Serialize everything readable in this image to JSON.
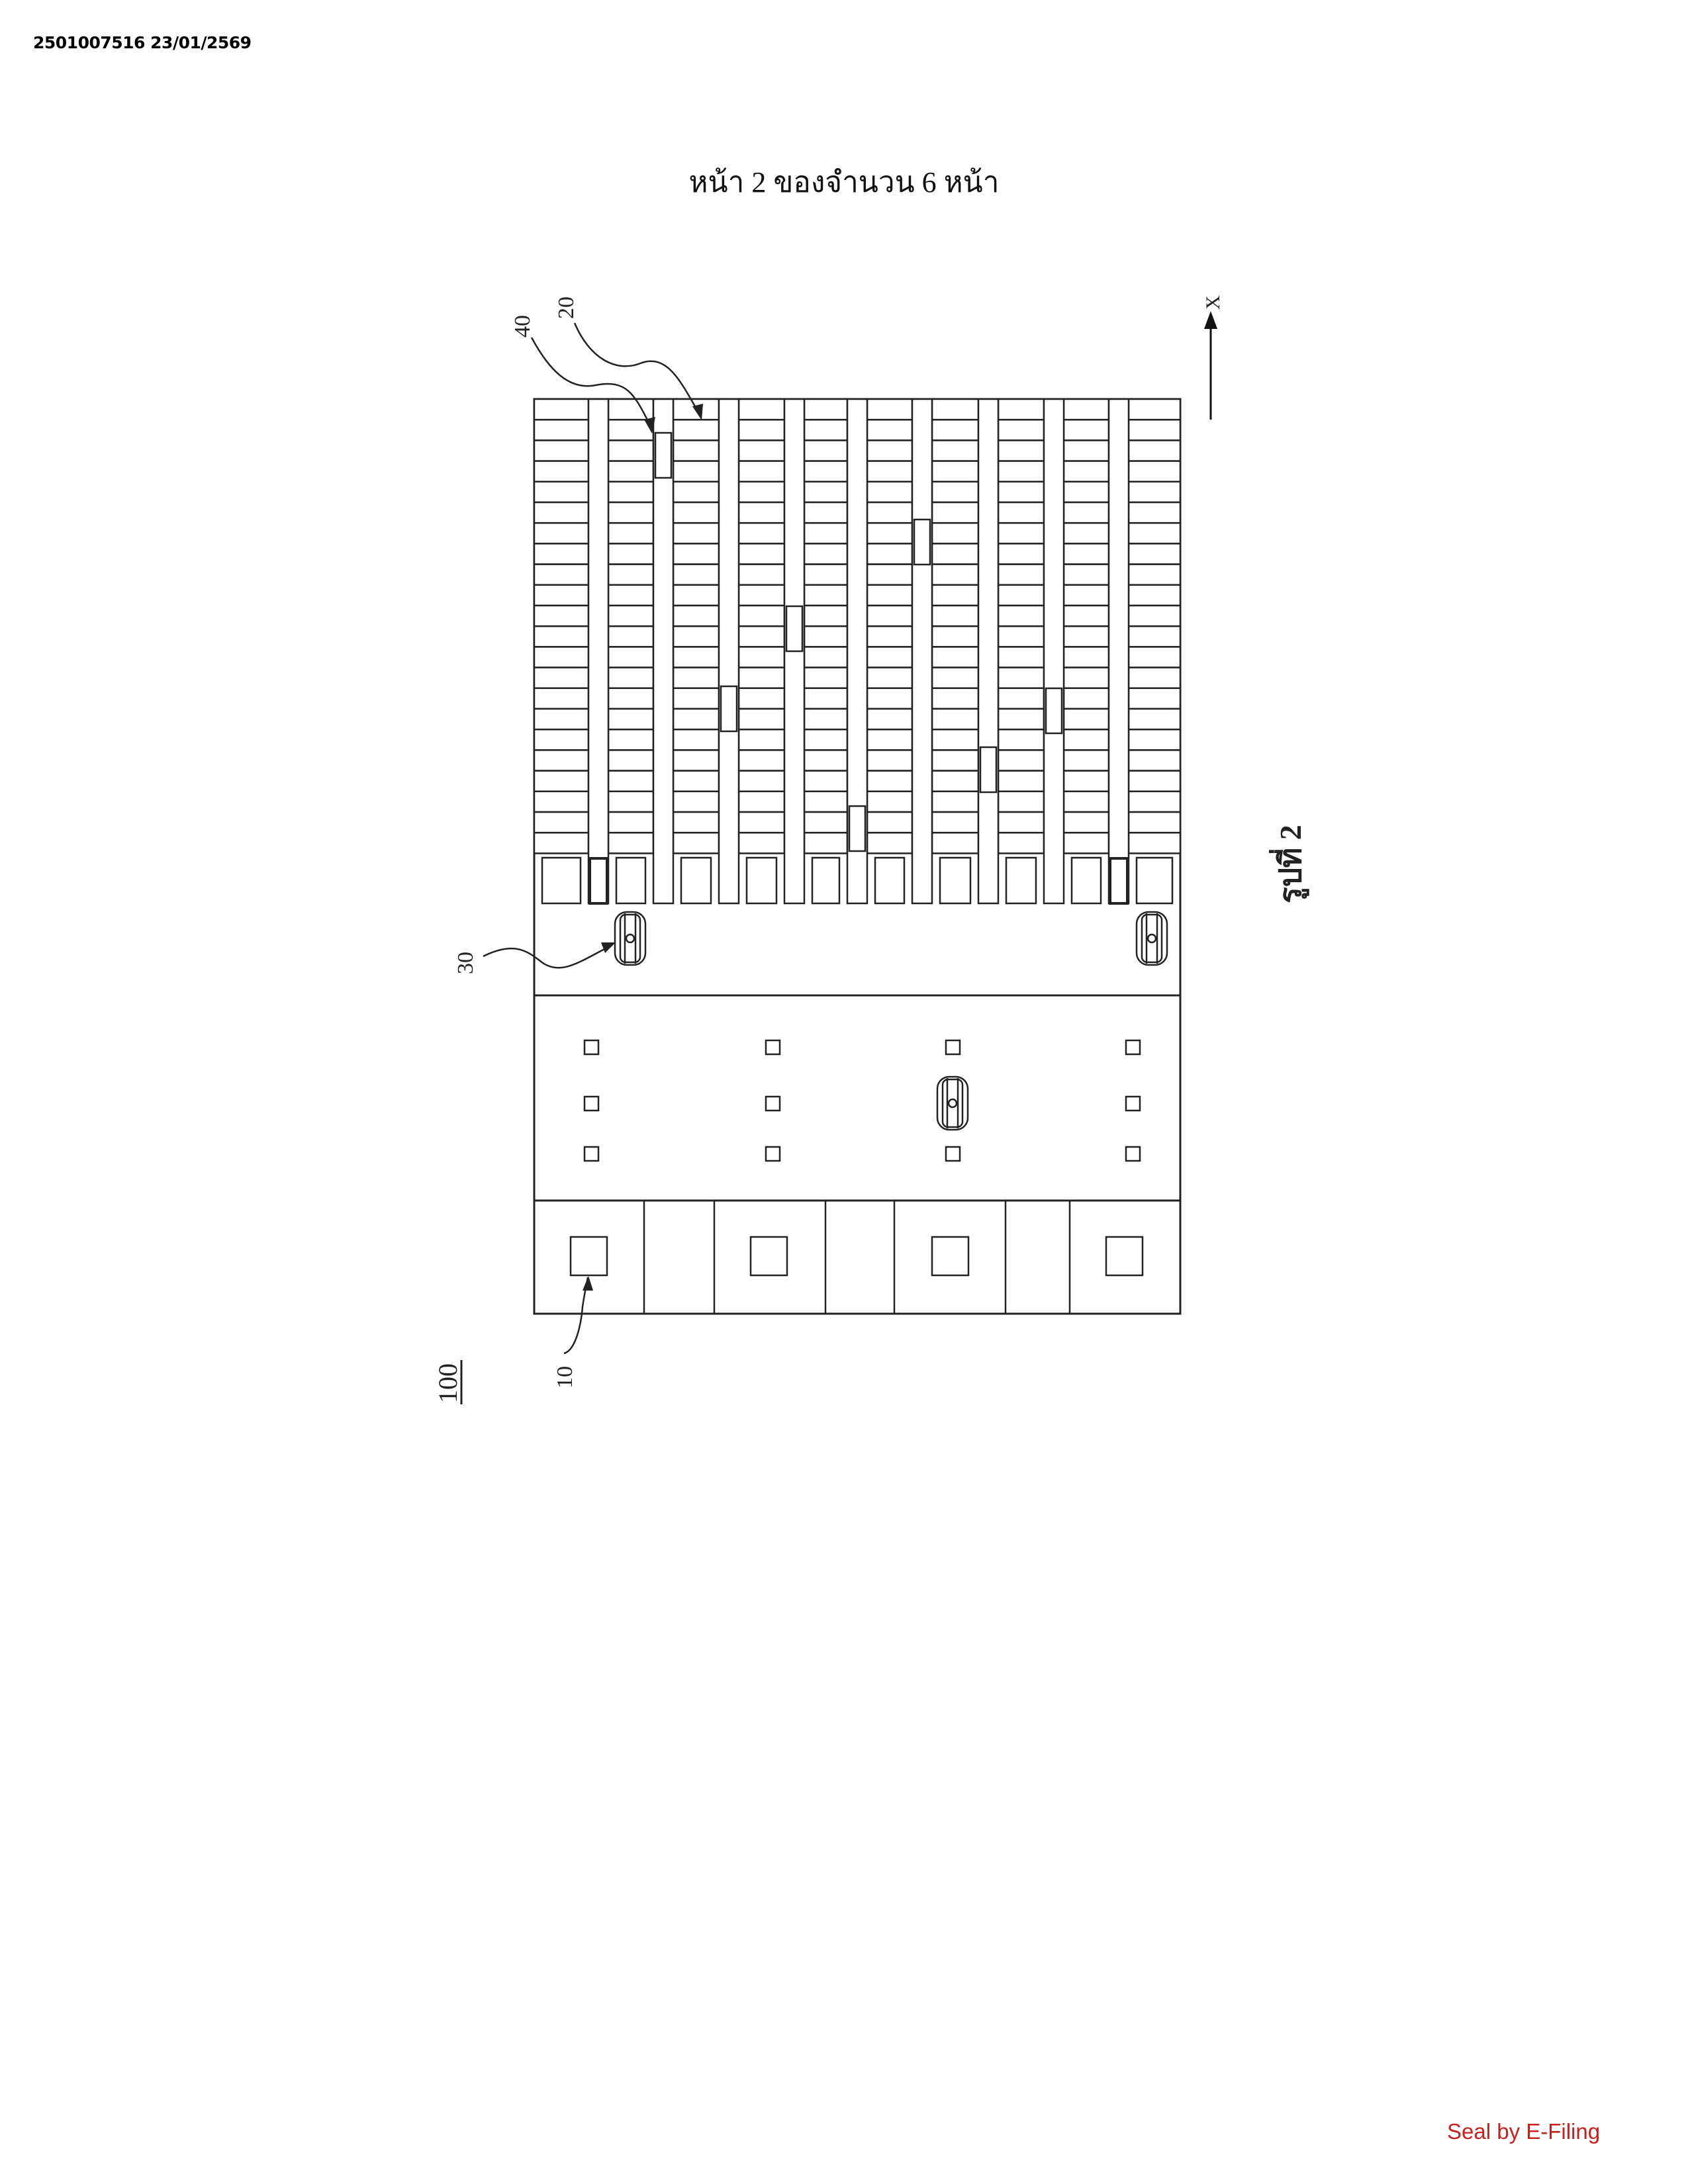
{
  "header": {
    "doc_id": "2501007516 23/01/2569"
  },
  "page_title": "หน้า 2 ของจำนวน 6 หน้า",
  "figure": {
    "caption": "รูปที่ 2",
    "axis_label": "X",
    "labels": {
      "system": "100",
      "station": "10",
      "rack": "20",
      "robot": "30",
      "shuttle": "40"
    }
  },
  "footer": {
    "seal": "Seal by E-Filing",
    "seal_color": "#c8201e"
  }
}
